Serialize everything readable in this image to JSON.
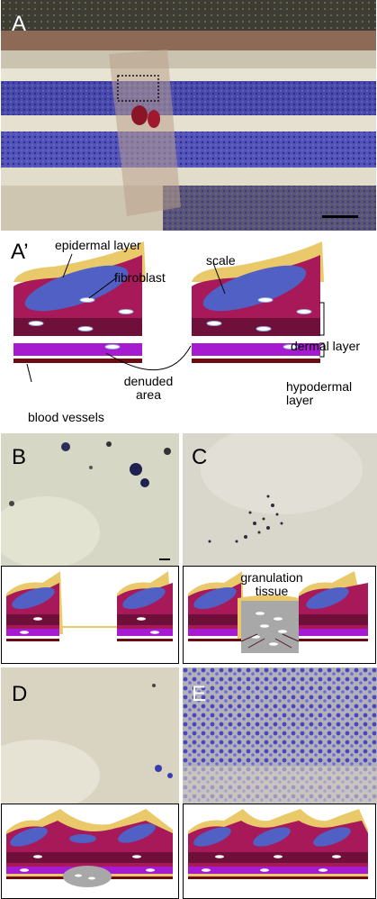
{
  "panels": {
    "A": {
      "letter": "A"
    },
    "A_prime": {
      "letter": "A’",
      "labels": {
        "epidermal": "epidermal layer",
        "fibroblast": "fibroblast",
        "scale": "scale",
        "dermal": "dermal layer",
        "denuded_1": "denuded",
        "denuded_2": "area",
        "hypodermal_1": "hypodermal",
        "hypodermal_2": "layer",
        "blood": "blood vessels"
      }
    },
    "B": {
      "letter": "B"
    },
    "C": {
      "letter": "C",
      "granulation_1": "granulation",
      "granulation_2": "tissue"
    },
    "D": {
      "letter": "D"
    },
    "E": {
      "letter": "E"
    }
  },
  "colors": {
    "epidermis": "#e9c96a",
    "dermis": "#a8195a",
    "dermis_lower": "#6e1039",
    "hypodermis": "#a61ad0",
    "blood": "#6b0b12",
    "scale": "#5060c4",
    "granulation": "#a8a8a8"
  }
}
